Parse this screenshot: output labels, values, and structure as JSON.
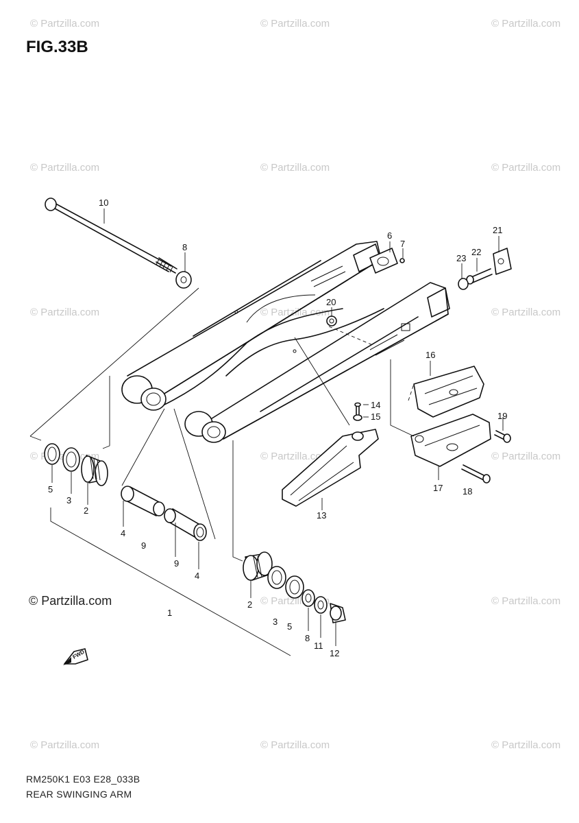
{
  "figure_title": "FIG.33B",
  "watermark_text": "© Partzilla.com",
  "copyright": "© Partzilla.com",
  "footer": {
    "code": "RM250K1 E03 E28_033B",
    "name": "REAR SWINGING ARM"
  },
  "fwd_label": "FWD",
  "callouts": [
    {
      "id": "c10",
      "text": "10"
    },
    {
      "id": "c8a",
      "text": "8"
    },
    {
      "id": "c6",
      "text": "6"
    },
    {
      "id": "c7",
      "text": "7"
    },
    {
      "id": "c21",
      "text": "21"
    },
    {
      "id": "c22",
      "text": "22"
    },
    {
      "id": "c23",
      "text": "23"
    },
    {
      "id": "c20",
      "text": "20"
    },
    {
      "id": "c16",
      "text": "16"
    },
    {
      "id": "c14",
      "text": "14"
    },
    {
      "id": "c15",
      "text": "15"
    },
    {
      "id": "c19",
      "text": "19"
    },
    {
      "id": "c17",
      "text": "17"
    },
    {
      "id": "c18",
      "text": "18"
    },
    {
      "id": "c13",
      "text": "13"
    },
    {
      "id": "c5a",
      "text": "5"
    },
    {
      "id": "c3a",
      "text": "3"
    },
    {
      "id": "c2a",
      "text": "2"
    },
    {
      "id": "c4a",
      "text": "4"
    },
    {
      "id": "c9a",
      "text": "9"
    },
    {
      "id": "c9b",
      "text": "9"
    },
    {
      "id": "c4b",
      "text": "4"
    },
    {
      "id": "c1",
      "text": "1"
    },
    {
      "id": "c2b",
      "text": "2"
    },
    {
      "id": "c3b",
      "text": "3"
    },
    {
      "id": "c5b",
      "text": "5"
    },
    {
      "id": "c8b",
      "text": "8"
    },
    {
      "id": "c11",
      "text": "11"
    },
    {
      "id": "c12",
      "text": "12"
    }
  ]
}
